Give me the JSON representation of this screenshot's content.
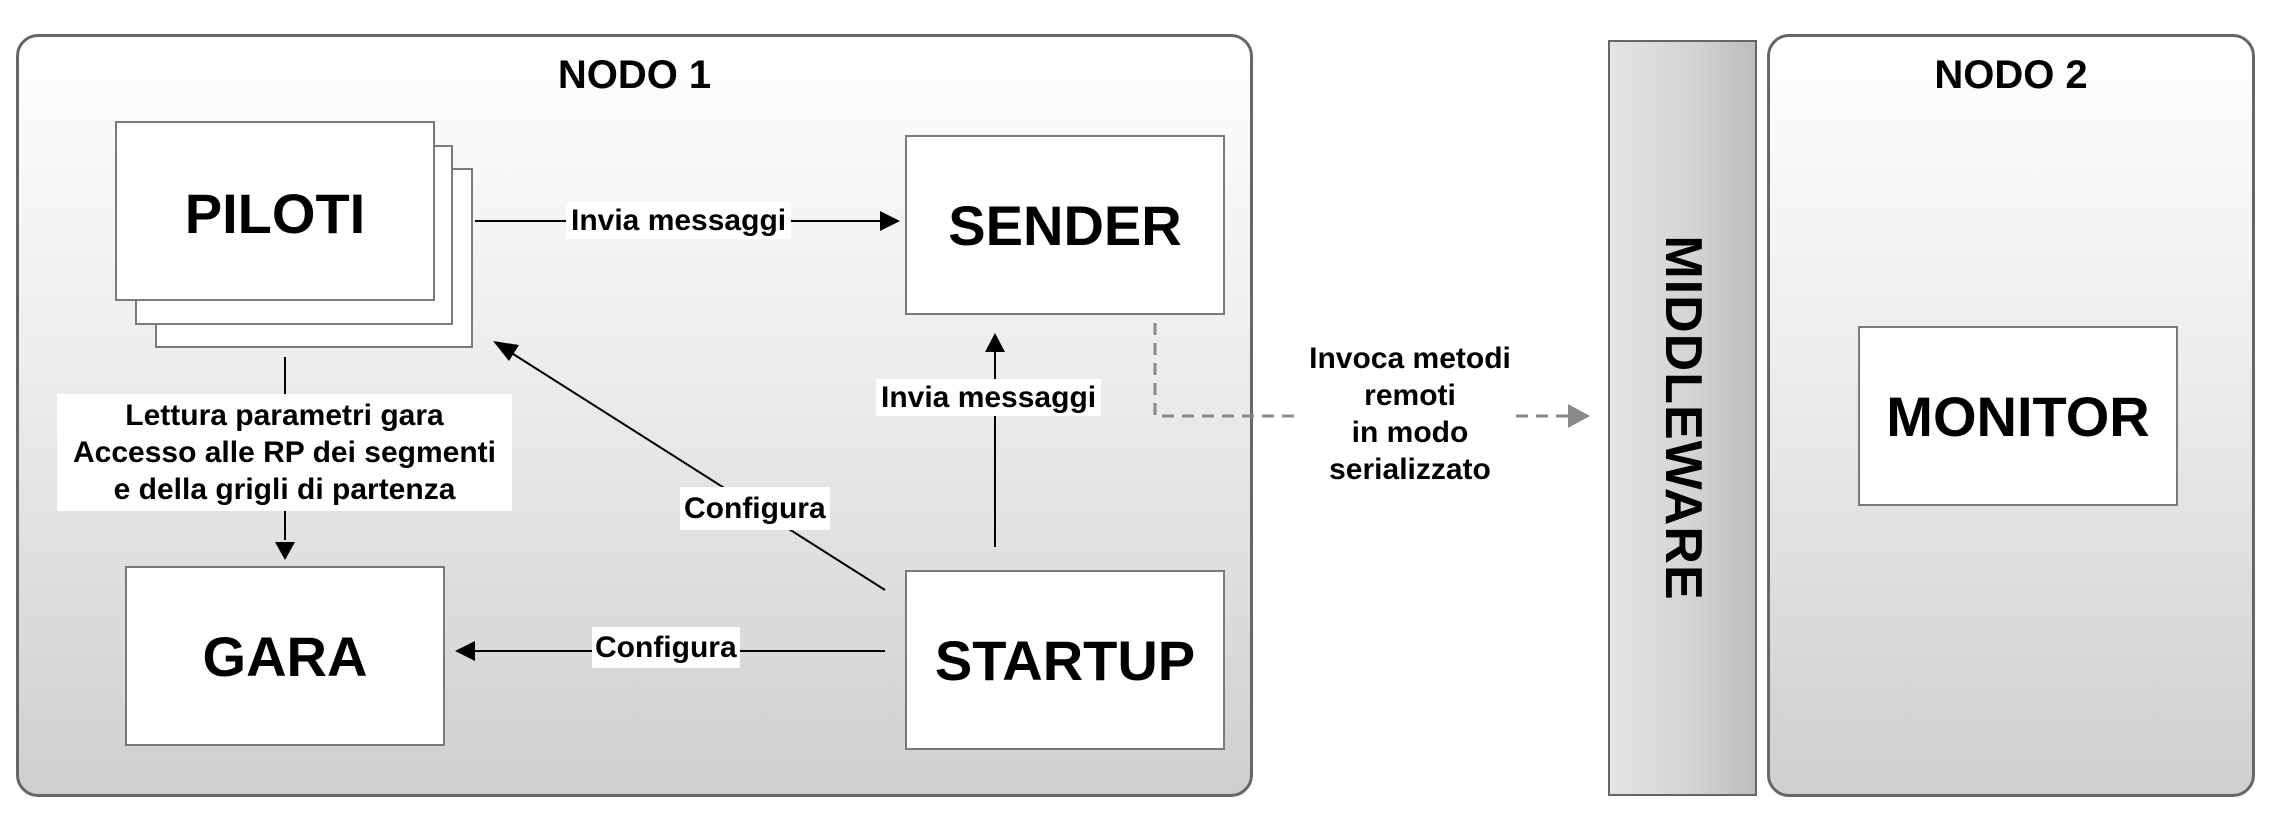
{
  "node1": {
    "title": "NODO 1"
  },
  "node2": {
    "title": "NODO 2"
  },
  "boxes": {
    "piloti": "PILOTI",
    "sender": "SENDER",
    "gara": "GARA",
    "startup": "STARTUP",
    "monitor": "MONITOR",
    "middleware": "MIDDLEWARE"
  },
  "labels": {
    "invia_messaggi_top": "Invia messaggi",
    "invia_messaggi_startup": "Invia messaggi",
    "lettura_line1": "Lettura parametri gara",
    "lettura_line2": "Accesso alle RP dei segmenti",
    "lettura_line3": "e della grigli di partenza",
    "configura_piloti": "Configura",
    "configura_gara": "Configura",
    "invoca_line1": "Invoca metodi",
    "invoca_line2": "remoti",
    "invoca_line3": "in modo",
    "invoca_line4": "serializzato"
  }
}
